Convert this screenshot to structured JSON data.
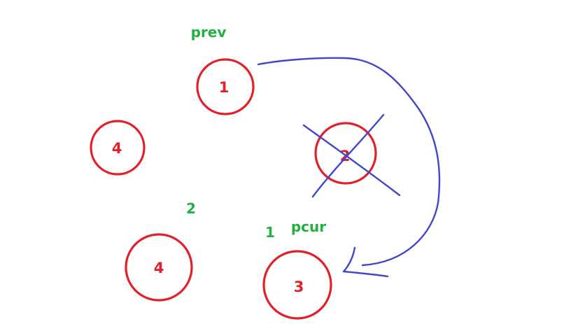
{
  "nodes": [
    {
      "id": "node-1",
      "label": "1",
      "color": "#e0202a"
    },
    {
      "id": "node-2",
      "label": "2",
      "color": "#e0202a",
      "crossed_out": true
    },
    {
      "id": "node-3",
      "label": "3",
      "color": "#e0202a"
    },
    {
      "id": "node-4-upper",
      "label": "4",
      "color": "#e0202a"
    },
    {
      "id": "node-4-lower",
      "label": "4",
      "color": "#e0202a"
    }
  ],
  "annotations": {
    "prev": "prev",
    "pcur": "pcur",
    "step_2": "2",
    "step_1": "1",
    "color": "#22b043"
  },
  "ink_color": "#3f48cc"
}
